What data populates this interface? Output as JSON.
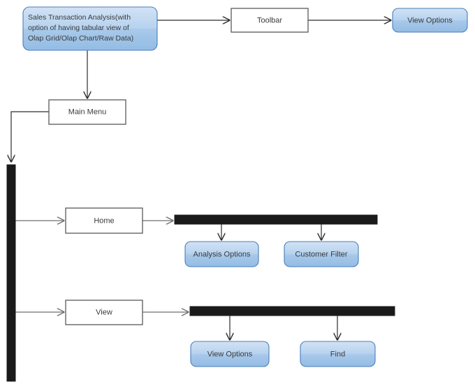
{
  "diagram": {
    "title_node": {
      "id": "sales-transaction-analysis",
      "lines": [
        "Sales Transaction Analysis(with",
        "option of having tabular view of",
        "Olap Grid/Olap Chart/Raw Data)"
      ]
    },
    "nodes": {
      "toolbar": "Toolbar",
      "toolbar_view_options": "View Options",
      "main_menu": "Main Menu",
      "home": "Home",
      "analysis_options": "Analysis Options",
      "customer_filter": "Customer Filter",
      "view": "View",
      "view_options": "View Options",
      "find": "Find"
    },
    "colors": {
      "blue_fill_top": "#cfe0f3",
      "blue_fill_bottom": "#95bde4",
      "blue_stroke": "#4a7ebb",
      "box_stroke": "#595959",
      "bar_fill": "#1a1a1a",
      "text": "#3a3a3a",
      "background": "#ffffff"
    }
  }
}
